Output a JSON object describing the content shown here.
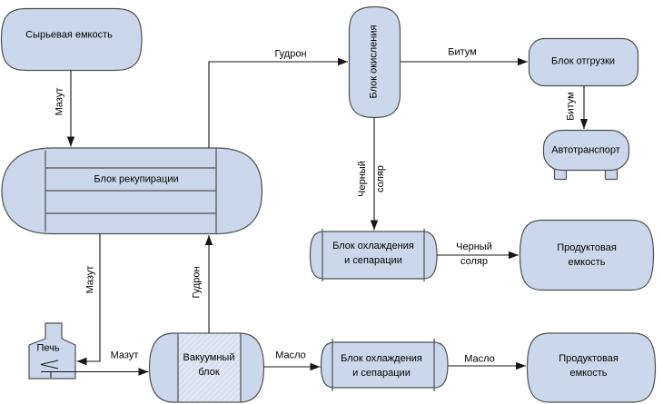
{
  "diagram": {
    "colors": {
      "background": "#ffffff",
      "shape_fill": "#cbd8eb",
      "shape_stroke": "#4f4f4f",
      "flow_line": "#161616",
      "hatch_fill": "#d6e0f0",
      "hatch_stripe": "#f4f7fb",
      "text_color": "#000000"
    },
    "nodes": {
      "raw_tank": {
        "label": "Сырьевая емкость"
      },
      "recuperation_block": {
        "label": "Блок рекупирации"
      },
      "oxidation_block": {
        "label": "Блок окисления"
      },
      "shipping_block": {
        "label": "Блок отгрузки"
      },
      "truck_transport": {
        "label": "Автотранспорт"
      },
      "cooling_block_mid": {
        "line1": "Блок охлаждения",
        "line2": "и сепарации"
      },
      "product_tank_mid": {
        "line1": "Продуктовая",
        "line2": "емкость"
      },
      "cooling_block_bottom": {
        "line1": "Блок охлаждения",
        "line2": "и сепарации"
      },
      "product_tank_bottom": {
        "line1": "Продуктовая",
        "line2": "емкость"
      },
      "furnace": {
        "label": "Печь"
      },
      "vacuum_block": {
        "line1": "Вакуумный",
        "line2": "блок"
      }
    },
    "flows": {
      "mazut_from_raw_tank": {
        "label": "Мазут"
      },
      "gudron_to_oxidation": {
        "label": "Гудрон"
      },
      "bitum_to_shipping": {
        "label": "Битум"
      },
      "bitum_to_truck": {
        "label": "Битум"
      },
      "black_solyar_down": {
        "line1": "Черный",
        "line2": "соляр"
      },
      "black_solyar_to_tank": {
        "line1": "Черный",
        "line2": "соляр"
      },
      "mazut_to_furnace": {
        "label": "Мазут"
      },
      "gudron_to_recuperation": {
        "label": "Гудрон"
      },
      "mazut_to_vacuum": {
        "label": "Мазут"
      },
      "maslo_to_cooling": {
        "label": "Масло"
      },
      "maslo_to_tank": {
        "label": "Масло"
      }
    }
  }
}
